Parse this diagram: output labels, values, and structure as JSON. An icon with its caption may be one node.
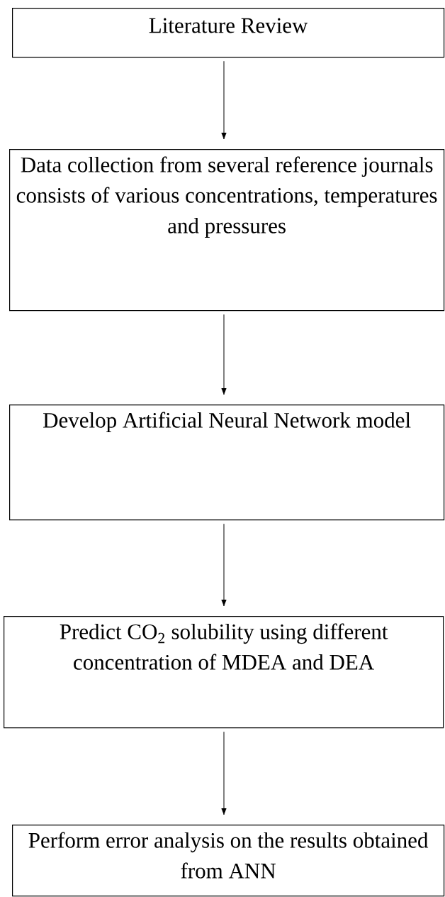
{
  "diagram": {
    "nodes": [
      {
        "text": [
          "Literature Review"
        ]
      },
      {
        "text": [
          "Data collection from several reference journals consists of various concentrations, temperatures and pressures"
        ]
      },
      {
        "text": [
          "Develop Artificial Neural Network model"
        ]
      },
      {
        "text": [
          "Predict CO$_{2}$ solubility using different concentration of MDEA and DEA"
        ]
      },
      {
        "text": [
          "Perform error analysis on the results obtained from ANN"
        ]
      }
    ],
    "edges": [
      {
        "from": 0,
        "to": 1,
        "arrow": "to"
      },
      {
        "from": 1,
        "to": 2,
        "arrow": "to"
      },
      {
        "from": 2,
        "to": 3,
        "arrow": "to"
      },
      {
        "from": 3,
        "to": 4,
        "arrow": "to"
      }
    ]
  }
}
